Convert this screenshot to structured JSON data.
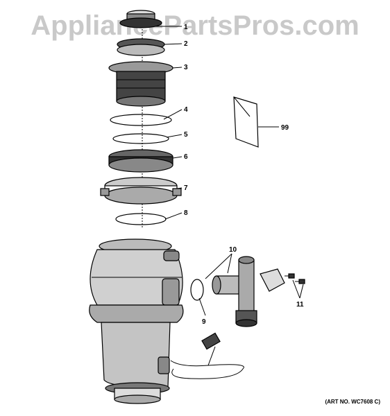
{
  "watermark": "AppliancePartsPros.com",
  "art_number": "(ART NO. WC7608 C)",
  "callouts": {
    "p1": "1",
    "p2": "2",
    "p3": "3",
    "p4": "4",
    "p5": "5",
    "p6": "6",
    "p7": "7",
    "p8": "8",
    "p9": "9",
    "p10": "10",
    "p11": "11",
    "p99": "99"
  }
}
